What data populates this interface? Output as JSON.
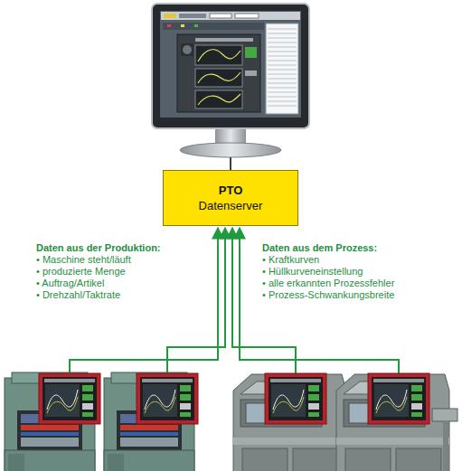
{
  "diagram": {
    "nodes": [
      {
        "text": [
          "PTO",
          "Datenserver"
        ]
      }
    ],
    "labels": [
      "Daten aus der Produktion:",
      "• Maschine steht/läuft",
      "• produzierte Menge",
      "• Auftrag/Artikel",
      "• Drehzahl/Taktrate",
      "Daten aus dem Prozess:",
      "• Kraftkurven",
      "• Hüllkurveneinstellung",
      "• alle erkannten Prozessfehler",
      "• Prozess-Schwankungsbreite"
    ]
  }
}
